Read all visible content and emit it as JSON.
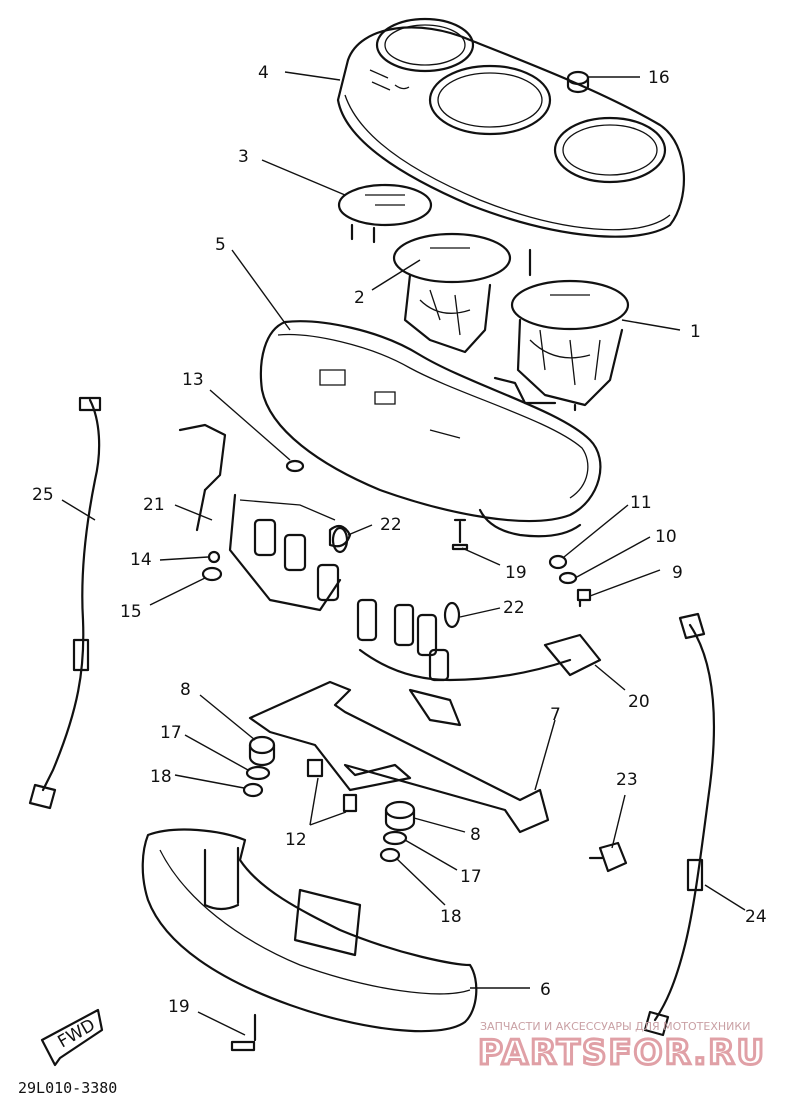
{
  "labels": {
    "n1": "1",
    "n2": "2",
    "n3": "3",
    "n4": "4",
    "n5": "5",
    "n6": "6",
    "n7": "7",
    "n8a": "8",
    "n8b": "8",
    "n9": "9",
    "n10": "10",
    "n11": "11",
    "n12": "12",
    "n13": "13",
    "n14": "14",
    "n15": "15",
    "n16": "16",
    "n17a": "17",
    "n17b": "17",
    "n18a": "18",
    "n18b": "18",
    "n19a": "19",
    "n19b": "19",
    "n20": "20",
    "n21": "21",
    "n22a": "22",
    "n22b": "22",
    "n23": "23",
    "n24": "24",
    "n25": "25"
  },
  "fwd": "FWD",
  "diagram_code": "29L010-3380",
  "watermark": {
    "tagline": "ЗАПЧАСТИ И АКСЕССУАРЫ ДЛЯ МОТОТЕХНИКИ",
    "brand": "PARTSFOR.RU"
  }
}
